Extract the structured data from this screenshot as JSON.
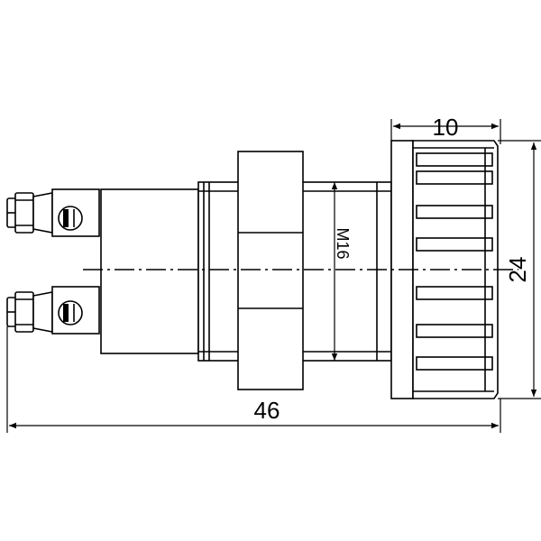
{
  "drawing": {
    "stroke_color": "#000000",
    "background": "#ffffff",
    "dimensions": {
      "cap_width": "10",
      "overall_length": "46",
      "cap_diameter": "24",
      "thread": "M16"
    }
  }
}
